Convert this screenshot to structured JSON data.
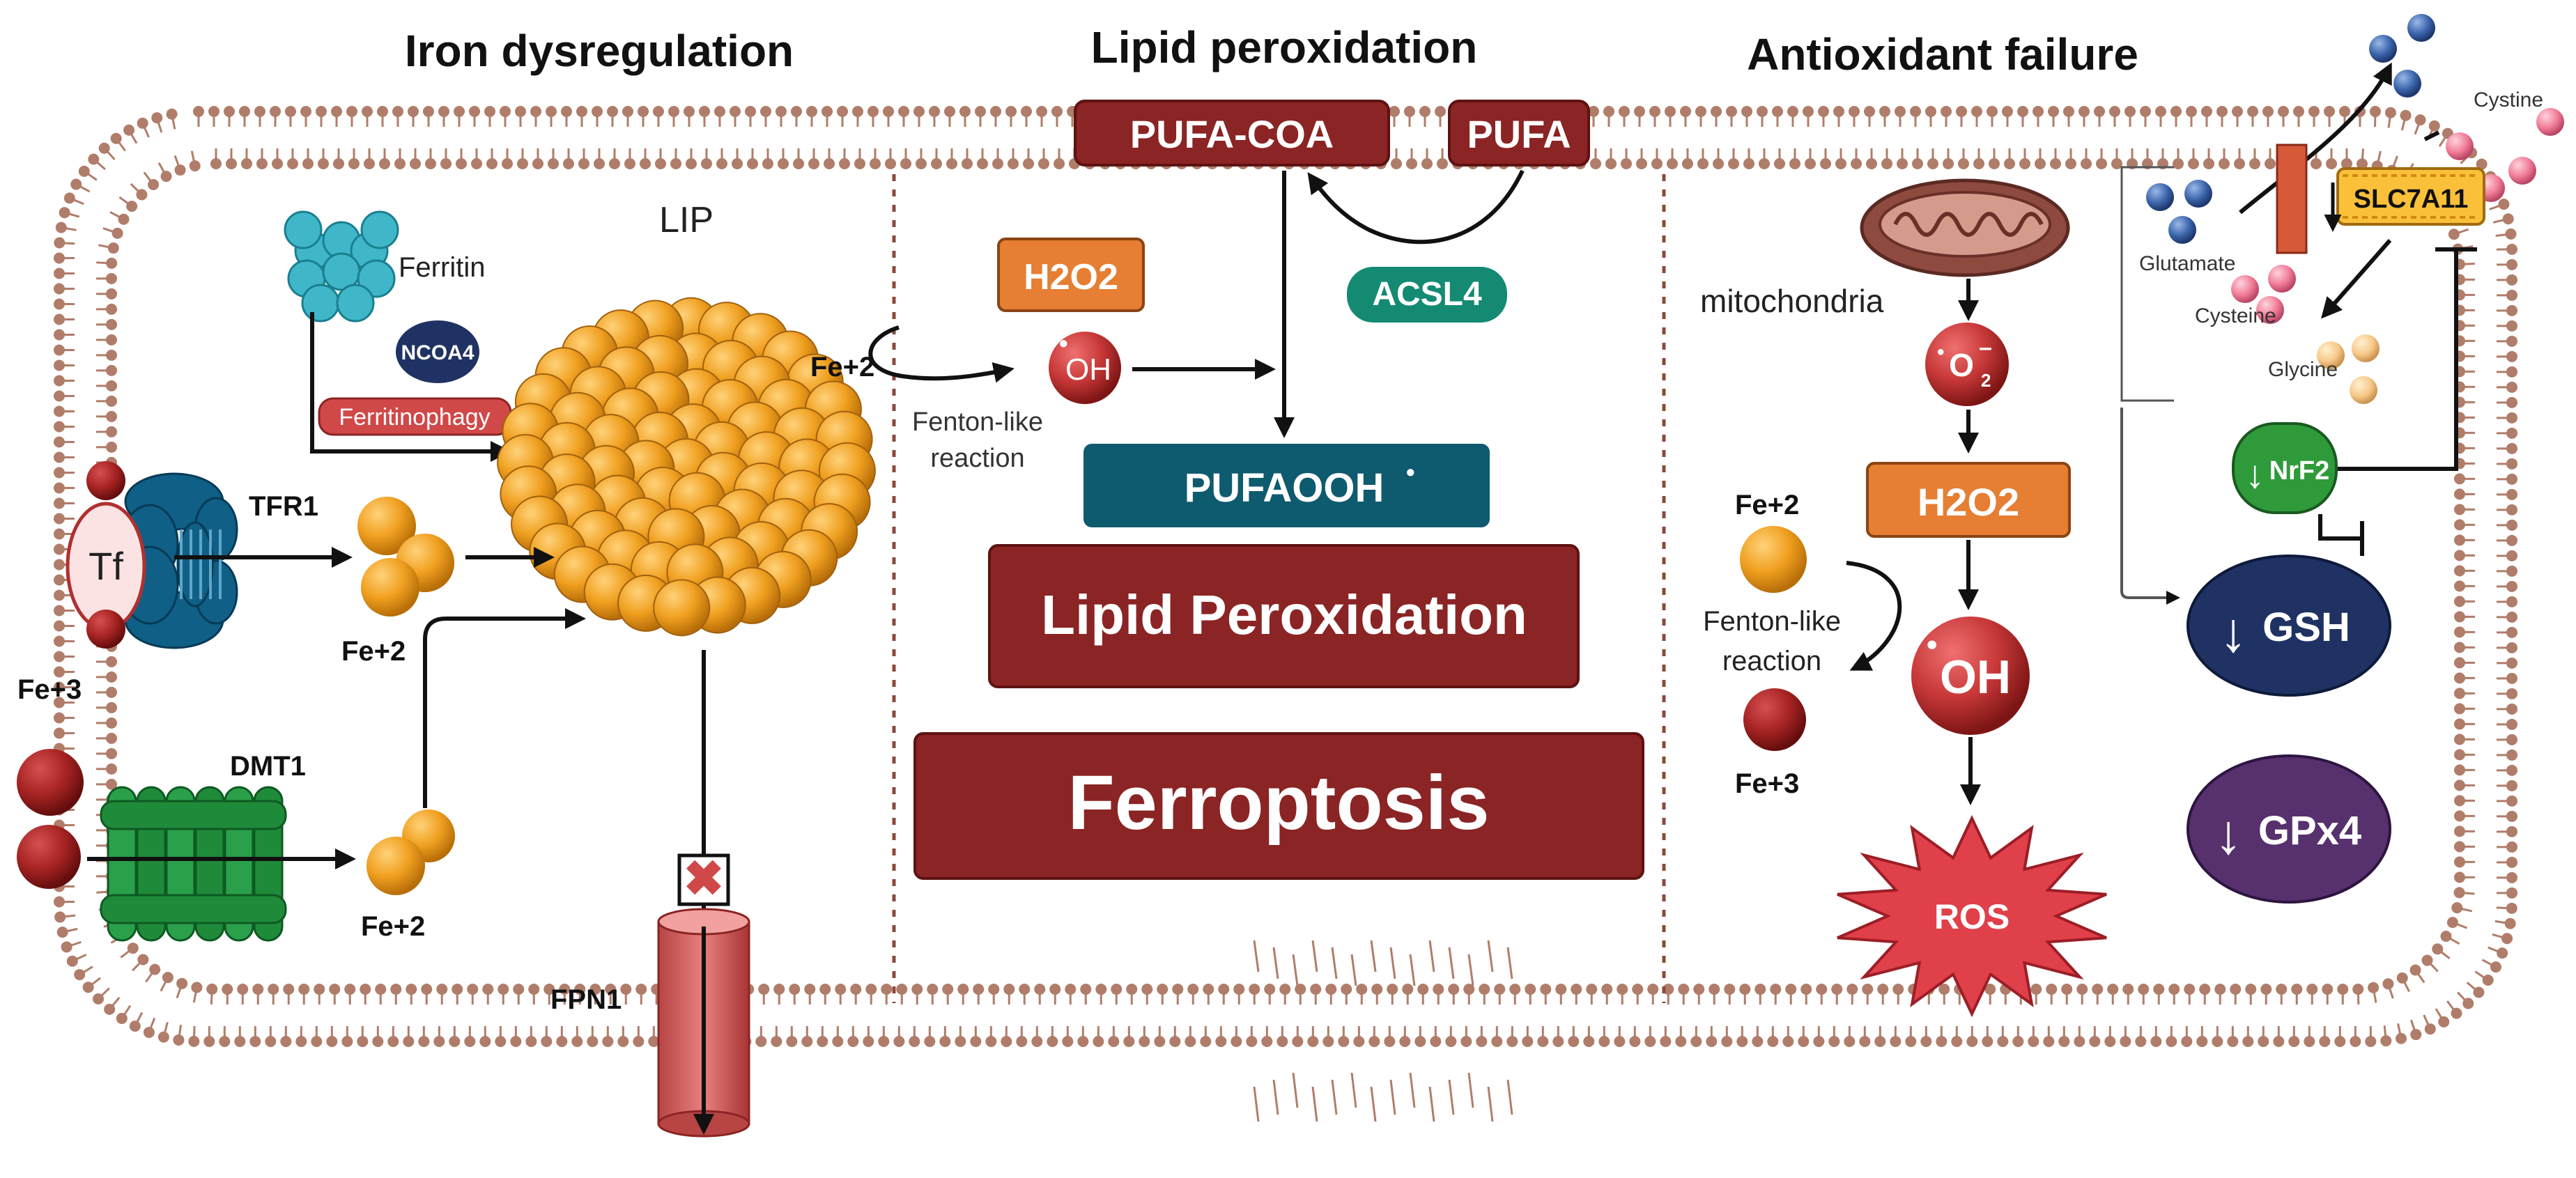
{
  "headers": {
    "iron": "Iron dysregulation",
    "lipid": "Lipid peroxidation",
    "antioxidant": "Antioxidant failure"
  },
  "iron": {
    "ferritin": "Ferritin",
    "ncoa4": "NCOA4",
    "ferritinophagy": "Ferritinophagy",
    "lip": "LIP",
    "tf": "Tf",
    "tfr1": "TFR1",
    "fe3": "Fe+3",
    "dmt1": "DMT1",
    "fe2_top": "Fe+2",
    "fe2_bottom": "Fe+2",
    "fpn1": "FPN1"
  },
  "lipid": {
    "pufa_coa": "PUFA-COA",
    "pufa": "PUFA",
    "acsl4": "ACSL4",
    "h2o2": "H2O2",
    "fe2": "Fe+2",
    "oh": "OH",
    "fenton_line1": "Fenton-like",
    "fenton_line2": "reaction",
    "pufaooh": "PUFAOOH",
    "lipid_peroxidation": "Lipid Peroxidation",
    "ferroptosis": "Ferroptosis"
  },
  "antioxidant": {
    "mitochondria": "mitochondria",
    "o2": "O",
    "o2_sub": "2",
    "h2o2": "H2O2",
    "fe2": "Fe+2",
    "fenton_line1": "Fenton-like",
    "fenton_line2": "reaction",
    "fe3": "Fe+3",
    "oh": "OH",
    "ros": "ROS",
    "cystine": "Cystine",
    "slc7a11": "SLC7A11",
    "glutamate": "Glutamate",
    "cysteine": "Cysteine",
    "glycine": "Glycine",
    "nrf2": "NrF2",
    "gsh": "GSH",
    "gpx4": "GPx4"
  },
  "colors": {
    "membrane": "#b07d6a",
    "dark_red": "#8b2424",
    "orange_box": "#e67e33",
    "teal_box": "#0e5a6e",
    "green_box": "#148a73",
    "iron_orange": "#f0a020",
    "red_ball": "#c73838",
    "navy": "#1f3263",
    "purple": "#57306e",
    "nrf2_green": "#2f9a3a"
  }
}
